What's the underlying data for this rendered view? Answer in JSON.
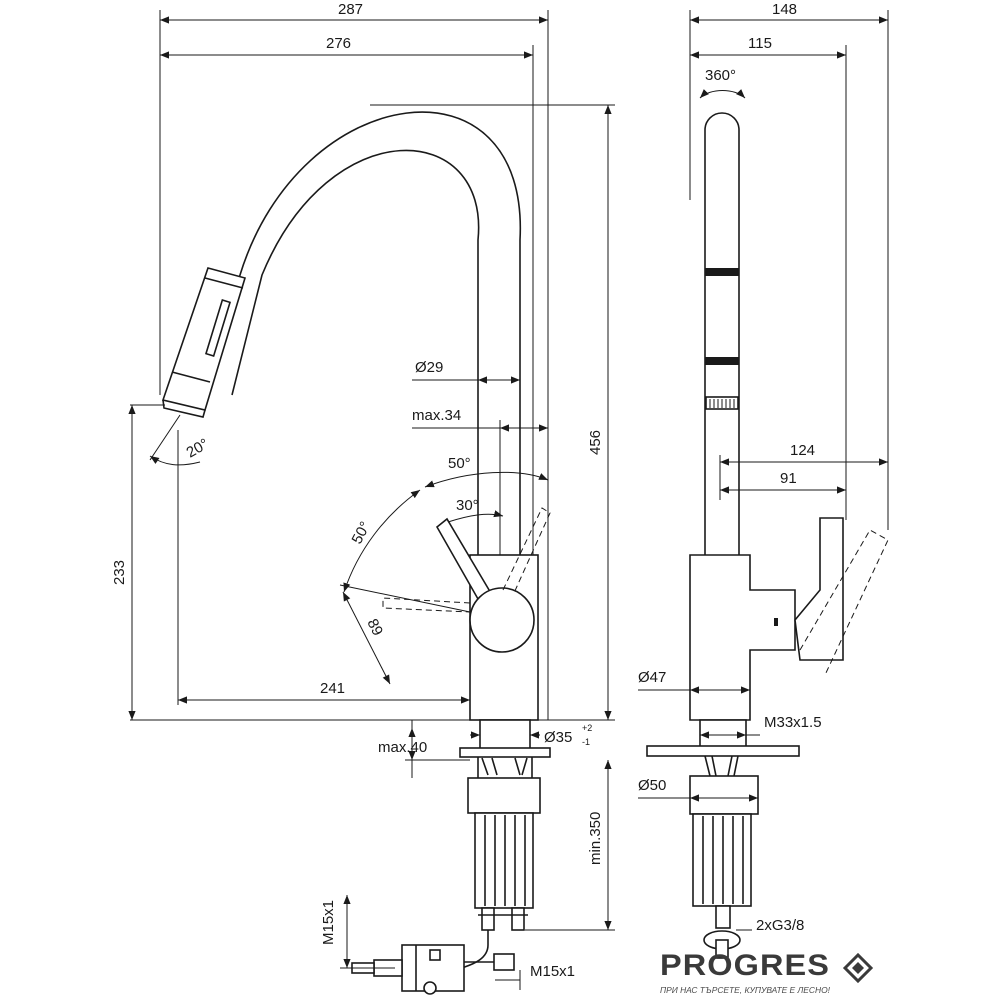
{
  "front_view": {
    "dims": {
      "overall_width": "287",
      "spout_reach": "276",
      "height": "456",
      "spray_height": "233",
      "outlet_reach": "241",
      "spout_diameter": "Ø29",
      "lever_offset": "max.34",
      "body_diameter": "Ø35",
      "body_diameter_tol_upper": "+2",
      "body_diameter_tol_lower": "-1",
      "deck_thickness": "max.40",
      "hose_length": "min.350",
      "hose_thread_v": "M15x1",
      "hose_thread_h": "M15x1",
      "lever_length": "89"
    },
    "angles": {
      "spray": "20°",
      "lever_upper": "50°",
      "lever_mid": "30°",
      "lever_lower": "50°"
    }
  },
  "side_view": {
    "dims": {
      "overall_depth": "148",
      "spout_depth": "115",
      "rotation": "360°",
      "lever_reach": "124",
      "lever_base": "91",
      "base_diameter": "Ø47",
      "thread": "M33x1.5",
      "flange_diameter": "Ø50",
      "connections": "2xG3/8"
    }
  },
  "watermark": {
    "brand": "PROGRES",
    "slogan": "ПРИ НАС ТЪРСЕТЕ, КУПУВАТЕ Е ЛЕСНО!",
    "accent_color": "#3a3a3a"
  }
}
